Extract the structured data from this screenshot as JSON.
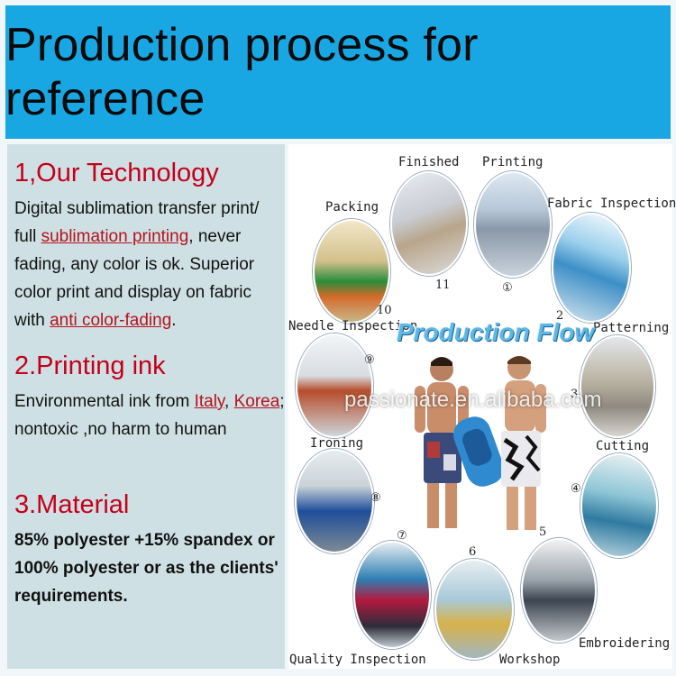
{
  "banner": {
    "title": "Production process for reference"
  },
  "technology": {
    "heading": "1,Our Technology",
    "text_a": "Digital sublimation transfer print/ full ",
    "link_a": "sublimation printing",
    "text_b": ", never fading, any color is ok. Superior color print and display on fabric with ",
    "link_b": "anti color-fading",
    "text_c": "."
  },
  "ink": {
    "heading": "2.Printing ink",
    "text_a": "Environmental ink from ",
    "link_italy": "Italy",
    "text_b": ", ",
    "link_korea": "Korea",
    "text_c": "; nontoxic ,no harm to human"
  },
  "material": {
    "heading": "3.Material",
    "text": "85% polyester +15% spandex or 100% polyester or as the clients' requirements."
  },
  "flow": {
    "title": "Production Flow",
    "watermark": "passionate.en.alibaba.com",
    "stages": [
      {
        "label": "Printing",
        "num": "①"
      },
      {
        "label": "Fabric Inspection",
        "num": "2"
      },
      {
        "label": "Patterning",
        "num": "3"
      },
      {
        "label": "Cutting",
        "num": "④"
      },
      {
        "label": "Embroidering",
        "num": "5"
      },
      {
        "label": "Workshop",
        "num": "6"
      },
      {
        "label": "Quality Inspection",
        "num": "⑦"
      },
      {
        "label": "Ironing",
        "num": "⑧"
      },
      {
        "label": "Needle Inspection",
        "num": "⑨"
      },
      {
        "label": "Packing",
        "num": "10"
      },
      {
        "label": "Finished",
        "num": "11"
      }
    ]
  },
  "colors": {
    "banner": "#19a7e3",
    "heading": "#c4001a",
    "link": "#b5121b",
    "left_panel": "#cfe0e4"
  }
}
